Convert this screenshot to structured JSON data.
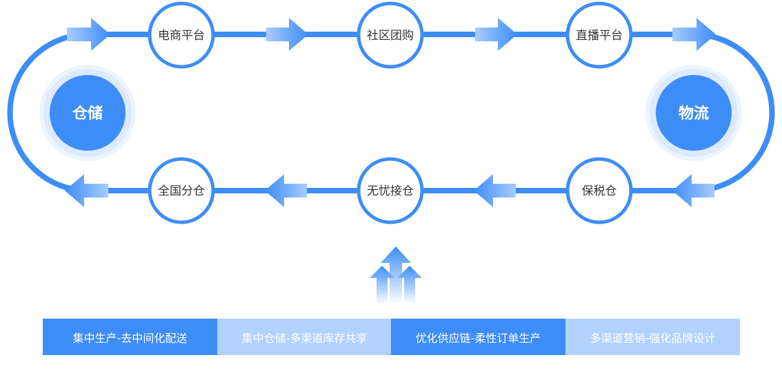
{
  "colors": {
    "primary": "#3d8df7",
    "light": "#b2d2fe",
    "text": "#333333"
  },
  "hubs": {
    "left": "仓储",
    "right": "物流"
  },
  "top_row": [
    "电商平台",
    "社区团购",
    "直播平台"
  ],
  "bottom_row": [
    "全国分仓",
    "无忧接仓",
    "保税仓"
  ],
  "bottom_bar": [
    "集中生产-去中间化配送",
    "集中仓储-多渠道库存共享",
    "优化供应链-柔性订单生产",
    "多渠道营销-强化品牌设计"
  ]
}
